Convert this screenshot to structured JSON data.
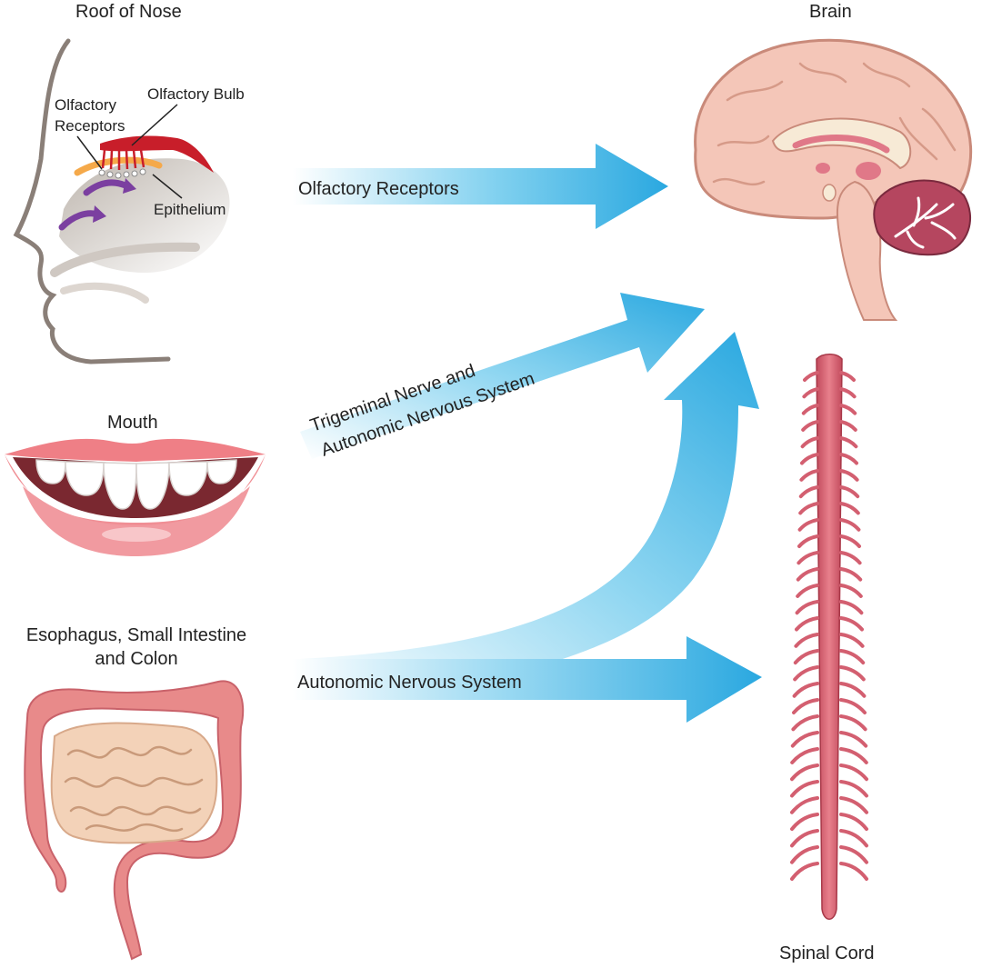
{
  "labels": {
    "roof_of_nose": "Roof of Nose",
    "olfactory_receptors_line1": "Olfactory",
    "olfactory_receptors_line2": "Receptors",
    "olfactory_bulb": "Olfactory Bulb",
    "epithelium": "Epithelium",
    "mouth": "Mouth",
    "gut_line1": "Esophagus, Small Intestine",
    "gut_line2": "and Colon",
    "brain": "Brain",
    "spinal_cord": "Spinal Cord"
  },
  "arrows": {
    "olfactory": "Olfactory Receptors",
    "trigeminal_line1": "Trigeminal Nerve and",
    "trigeminal_line2": "Autonomic Nervous System",
    "autonomic": "Autonomic Nervous System"
  },
  "colors": {
    "arrow_blue": "#2aa8e0",
    "tissue_pink": "#e8707e",
    "brain_pink": "#f4c6b8",
    "cerebellum": "#b5465f",
    "intestine": "#f3d2b8",
    "colon": "#e88a8a",
    "lip": "#ef7f86",
    "nerve_red": "#c81e2a",
    "epithelium_orange": "#f5a94a",
    "airflow_purple": "#7b3fa0"
  }
}
